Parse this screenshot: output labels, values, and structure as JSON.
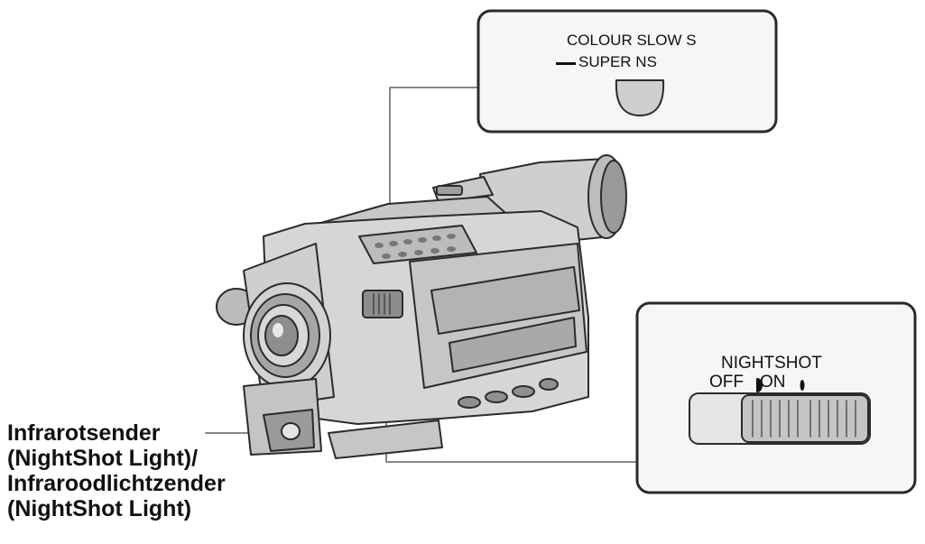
{
  "callout_top": {
    "line1": "COLOUR SLOW S",
    "line2": "SUPER NS"
  },
  "callout_right": {
    "title": "NIGHTSHOT",
    "off": "OFF",
    "on": "ON"
  },
  "infrared_label": {
    "line1": "Infrarotsender",
    "line2": "(NightShot Light)/",
    "line3": "Infraroodlichtzender",
    "line4": "(NightShot Light)"
  },
  "colors": {
    "outline": "#2b2b2b",
    "body_fill": "#d4d4d4",
    "dark_fill": "#8a8a8a",
    "box_fill": "#f6f6f6"
  }
}
